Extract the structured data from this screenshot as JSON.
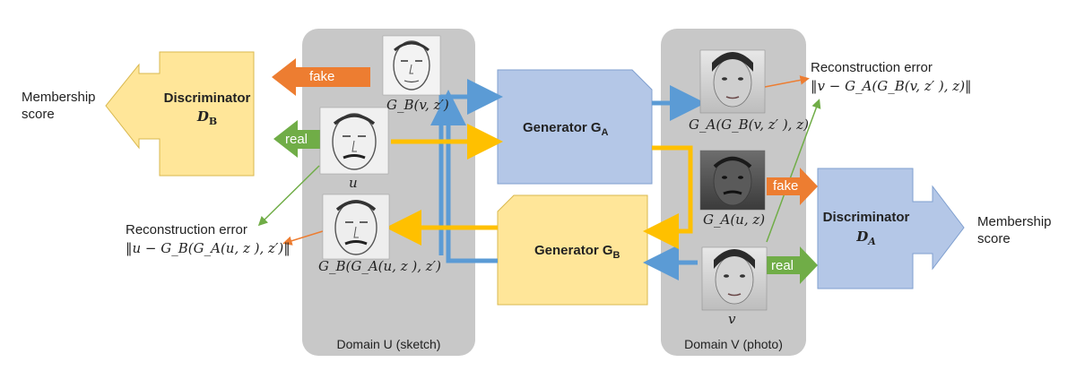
{
  "domains": {
    "u_caption": "Domain U (sketch)",
    "v_caption": "Domain V (photo)"
  },
  "generators": {
    "a": {
      "name": "Generator G",
      "sub": "A"
    },
    "b": {
      "name": "Generator G",
      "sub": "B"
    }
  },
  "discriminators": {
    "b": {
      "title": "Discriminator",
      "sub": "D",
      "sub_index": "B"
    },
    "a": {
      "title": "Discriminator",
      "sub": "D",
      "sub_index": "A"
    }
  },
  "membership": {
    "left": {
      "line1": "Membership",
      "line2": "score"
    },
    "right": {
      "line1": "Membership",
      "line2": "score"
    }
  },
  "tags": {
    "fake": "fake",
    "real": "real"
  },
  "images": {
    "gb_v_z": "G_B(v, z′)",
    "u": "u",
    "gb_ga_u": "G_B(G_A(u, z ), z′)",
    "ga_gb_v": "G_A(G_B(v, z′ ), z)",
    "ga_u_z": "G_A(u, z)",
    "v": "v"
  },
  "reconstruction": {
    "left": {
      "title": "Reconstruction error",
      "formula": "‖u  − G_B(G_A(u, z ), z′)‖"
    },
    "right": {
      "title": "Reconstruction error",
      "formula": "‖v  − G_A(G_B(v, z′ ), z)‖"
    }
  },
  "colors": {
    "domain_panel": "#c8c8c8",
    "generator_a": "#b4c7e7",
    "generator_b": "#ffe699",
    "discriminator_b": "#ffe699",
    "discriminator_a": "#b4c7e7",
    "arrow_blue": "#5b9bd5",
    "arrow_yellow": "#ffc000",
    "arrow_orange": "#ed7d31",
    "arrow_green": "#70ad47"
  }
}
